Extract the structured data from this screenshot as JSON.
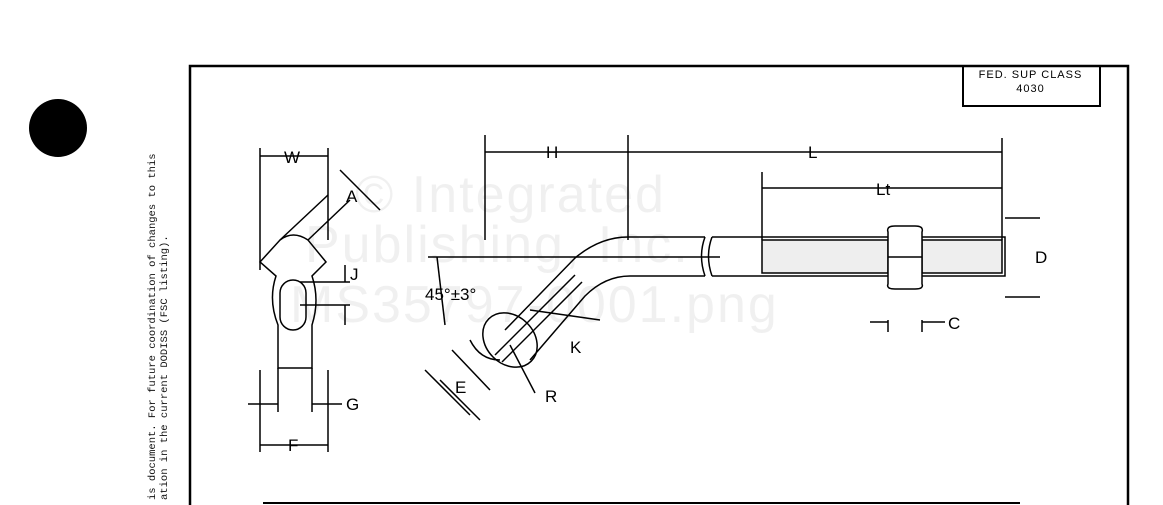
{
  "side_note": {
    "line1": "is document. For future coordination of changes to this",
    "line2": "ation in the current DODISS (FSC listing)."
  },
  "class_box": {
    "label": "FED. SUP CLASS",
    "value": "4030"
  },
  "dimensions": {
    "W": "W",
    "A": "A",
    "J": "J",
    "G": "G",
    "F": "F",
    "H": "H",
    "L": "L",
    "Lt": "Lt",
    "D": "D",
    "C": "C",
    "K": "K",
    "E": "E",
    "R": "R",
    "angle": "45°±3°"
  },
  "watermark": {
    "line1": "© Integrated",
    "line2": "Publishing, Inc.",
    "line3": "MS35797-0001.png"
  }
}
